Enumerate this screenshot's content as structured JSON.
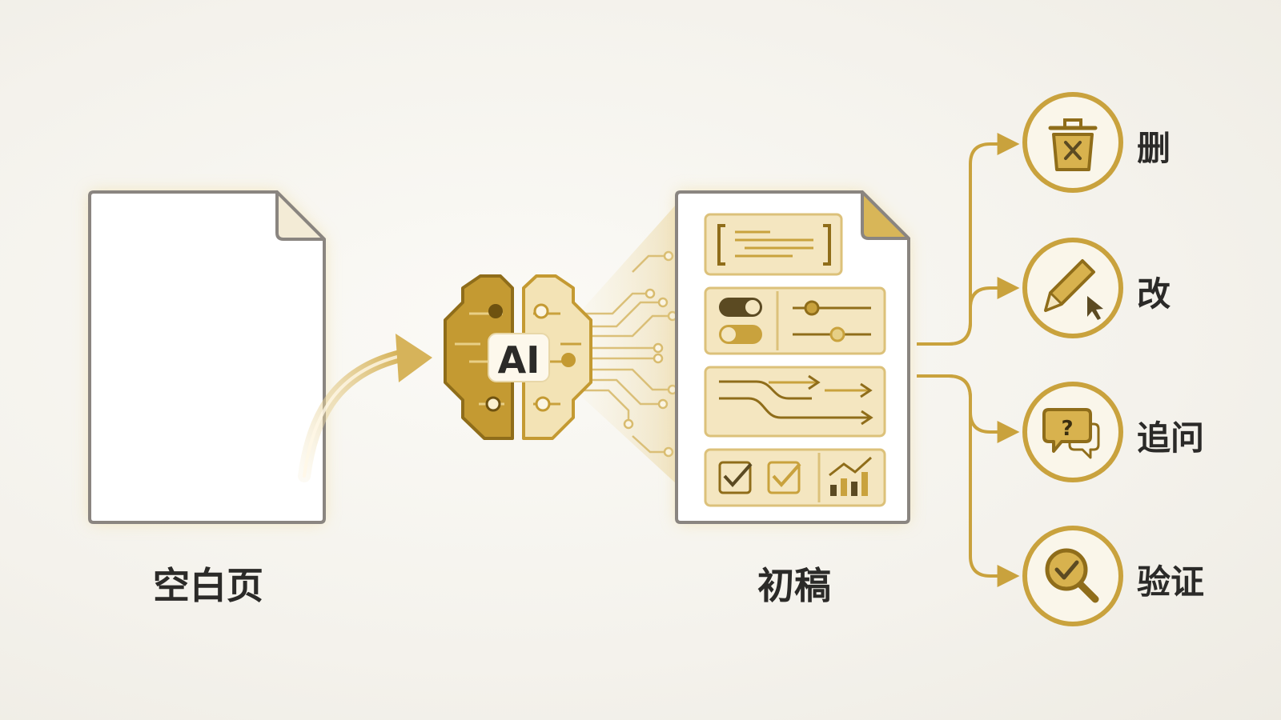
{
  "colors": {
    "gold": "#c9a23d",
    "gold_dark": "#8f6d1a",
    "gold_light": "#f0e3bd",
    "paper_border": "#8a8580",
    "text": "#2b2a28"
  },
  "blank_page": {
    "label": "空白页",
    "icon": "blank-document-icon"
  },
  "ai": {
    "text": "AI",
    "icon": "brain-icon"
  },
  "draft": {
    "label": "初稿",
    "icon": "draft-document-icon"
  },
  "actions": [
    {
      "label": "删",
      "icon": "trash-icon"
    },
    {
      "label": "改",
      "icon": "pencil-icon"
    },
    {
      "label": "追问",
      "icon": "question-chat-icon"
    },
    {
      "label": "验证",
      "icon": "check-magnifier-icon"
    }
  ]
}
